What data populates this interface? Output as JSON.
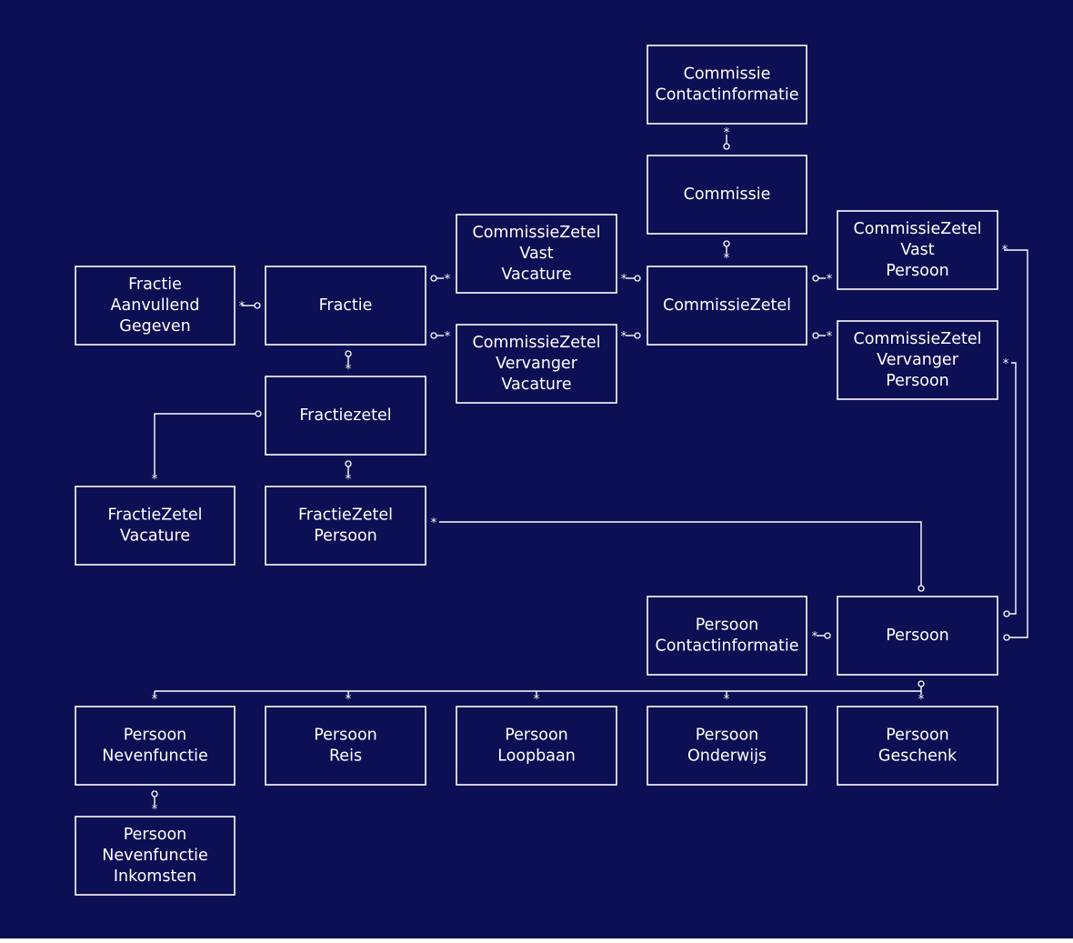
{
  "colors": {
    "background": "#0d0f54",
    "foreground": "#ffffff"
  },
  "entities": {
    "commissie_contactinformatie": [
      "Commissie",
      "Contactinformatie"
    ],
    "commissie": [
      "Commissie"
    ],
    "commissiezetel_vast_vacature": [
      "CommissieZetel",
      "Vast",
      "Vacature"
    ],
    "commissiezetel_vervanger_vacature": [
      "CommissieZetel",
      "Vervanger",
      "Vacature"
    ],
    "commissiezetel": [
      "CommissieZetel"
    ],
    "commissiezetel_vast_persoon": [
      "CommissieZetel",
      "Vast",
      "Persoon"
    ],
    "commissiezetel_vervanger_persoon": [
      "CommissieZetel",
      "Vervanger",
      "Persoon"
    ],
    "fractie_aanvullend_gegeven": [
      "Fractie",
      "Aanvullend",
      "Gegeven"
    ],
    "fractie": [
      "Fractie"
    ],
    "fractiezetel": [
      "Fractiezetel"
    ],
    "fractiezetel_vacature": [
      "FractieZetel",
      "Vacature"
    ],
    "fractiezetel_persoon": [
      "FractieZetel",
      "Persoon"
    ],
    "persoon_contactinformatie": [
      "Persoon",
      "Contactinformatie"
    ],
    "persoon": [
      "Persoon"
    ],
    "persoon_nevenfunctie": [
      "Persoon",
      "Nevenfunctie"
    ],
    "persoon_reis": [
      "Persoon",
      "Reis"
    ],
    "persoon_loopbaan": [
      "Persoon",
      "Loopbaan"
    ],
    "persoon_onderwijs": [
      "Persoon",
      "Onderwijs"
    ],
    "persoon_geschenk": [
      "Persoon",
      "Geschenk"
    ],
    "persoon_nevenfunctie_inkomsten": [
      "Persoon",
      "Nevenfunctie",
      "Inkomsten"
    ]
  },
  "many_marker": "*"
}
